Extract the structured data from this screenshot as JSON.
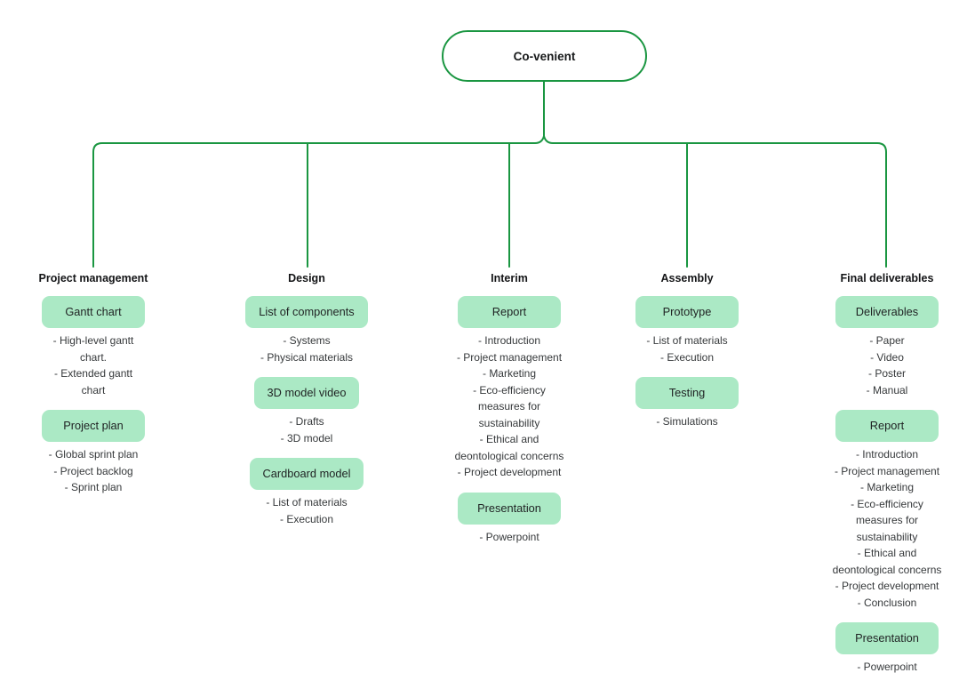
{
  "colors": {
    "connector_line": "#1a9641",
    "root_border": "#1a9641",
    "node_fill": "#abe9c5",
    "node_text": "#1f2223",
    "header_text": "#141517",
    "item_text": "#36393b",
    "background": "#ffffff"
  },
  "root": {
    "label": "Co-venient"
  },
  "columns": [
    {
      "header": "Project management",
      "groups": [
        {
          "box": "Gantt chart",
          "items": [
            "- High-level gantt\nchart.",
            "- Extended gantt\nchart"
          ]
        },
        {
          "box": "Project plan",
          "items": [
            "- Global sprint plan",
            "- Project backlog",
            "- Sprint plan"
          ]
        }
      ]
    },
    {
      "header": "Design",
      "groups": [
        {
          "box": "List of components",
          "items": [
            "- Systems",
            "- Physical materials"
          ]
        },
        {
          "box": "3D model video",
          "items": [
            "- Drafts",
            "- 3D model"
          ]
        },
        {
          "box": "Cardboard model",
          "items": [
            "- List of materials",
            "- Execution"
          ]
        }
      ]
    },
    {
      "header": "Interim",
      "groups": [
        {
          "box": "Report",
          "items": [
            "- Introduction",
            "- Project management",
            "- Marketing",
            "- Eco-efficiency\nmeasures for\nsustainability",
            "- Ethical and\ndeontological concerns",
            "- Project development"
          ]
        },
        {
          "box": "Presentation",
          "items": [
            "- Powerpoint"
          ]
        }
      ]
    },
    {
      "header": "Assembly",
      "groups": [
        {
          "box": "Prototype",
          "items": [
            "- List of materials",
            "- Execution"
          ]
        },
        {
          "box": "Testing",
          "items": [
            "- Simulations"
          ]
        }
      ]
    },
    {
      "header": "Final deliverables",
      "groups": [
        {
          "box": "Deliverables",
          "items": [
            "- Paper",
            "- Video",
            "- Poster",
            "- Manual"
          ]
        },
        {
          "box": "Report",
          "items": [
            "- Introduction",
            "- Project management",
            "- Marketing",
            "- Eco-efficiency\nmeasures for\nsustainability",
            "- Ethical and\ndeontological concerns",
            "- Project development",
            "- Conclusion"
          ]
        },
        {
          "box": "Presentation",
          "items": [
            "- Powerpoint"
          ]
        }
      ]
    }
  ]
}
